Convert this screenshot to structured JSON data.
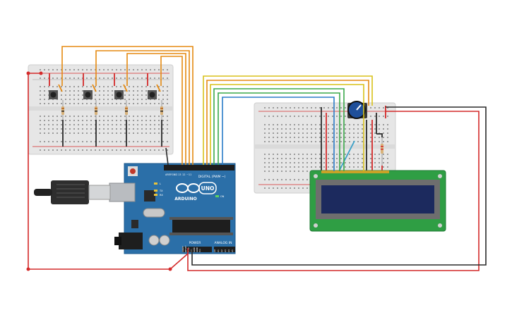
{
  "arduino": {
    "brand_label": "ARDUINO",
    "model_label": "UNO",
    "digital_header_label": "DIGITAL (PWM ~)",
    "power_header_label": "POWER",
    "analog_header_label": "ANALOG IN",
    "aref_label": "AREF",
    "gnd_label": "GND",
    "pin13_label": "13",
    "pin12_label": "12",
    "pin11_label": "~11",
    "tx_label": "TX",
    "rx_label": "RX",
    "l_label": "L",
    "on_label": "ON",
    "ioref_label": "IOREF",
    "reset_label": "RESET",
    "v33_label": "3.3V",
    "v5_label": "5V",
    "vin_label": "Vin",
    "a0_label": "A0",
    "a1_label": "A1",
    "a2_label": "A2",
    "a3_label": "A3",
    "a4_label": "A4",
    "a5_label": "A5"
  },
  "colors": {
    "board": "#2b6fa8",
    "breadboard": "#e8e8e8",
    "wire_red": "#d42a2a",
    "wire_black": "#2a2a2a",
    "wire_orange": "#e58a12",
    "wire_yellow": "#d9c21a",
    "wire_green": "#3aa84a",
    "wire_blue": "#2a7cc8",
    "lcd_pcb": "#2f9e44",
    "lcd_screen": "#1c2a5e"
  }
}
